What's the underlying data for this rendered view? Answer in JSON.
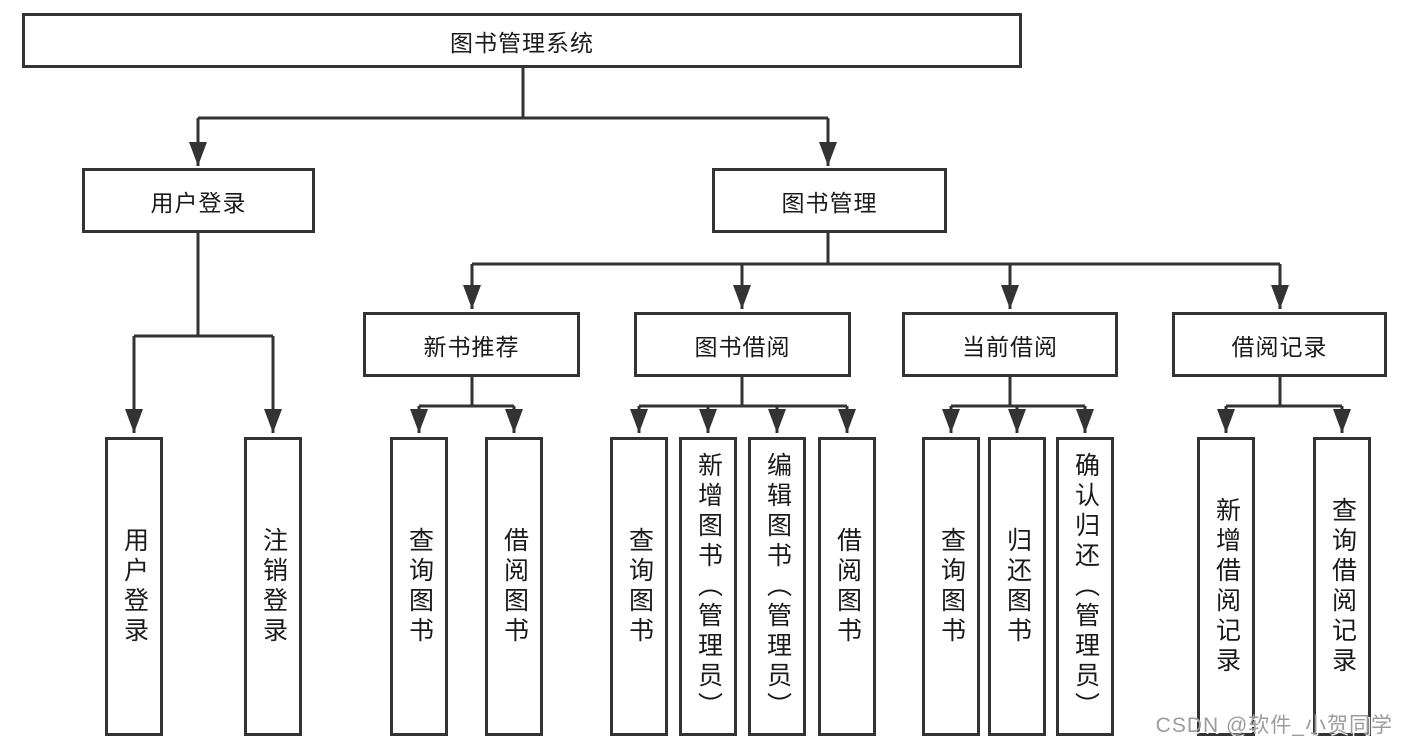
{
  "diagram": {
    "title": "图书管理系统",
    "branches": [
      {
        "label": "用户登录",
        "children": [
          {
            "label": "用户登录"
          },
          {
            "label": "注销登录"
          }
        ]
      },
      {
        "label": "图书管理",
        "children": [
          {
            "label": "新书推荐",
            "children": [
              {
                "label": "查询图书"
              },
              {
                "label": "借阅图书"
              }
            ]
          },
          {
            "label": "图书借阅",
            "children": [
              {
                "label": "查询图书"
              },
              {
                "label": "新增图书（管理员）"
              },
              {
                "label": "编辑图书（管理员）"
              },
              {
                "label": "借阅图书"
              }
            ]
          },
          {
            "label": "当前借阅",
            "children": [
              {
                "label": "查询图书"
              },
              {
                "label": "归还图书"
              },
              {
                "label": "确认归还（管理员）"
              }
            ]
          },
          {
            "label": "借阅记录",
            "children": [
              {
                "label": "新增借阅记录"
              },
              {
                "label": "查询借阅记录"
              }
            ]
          }
        ]
      }
    ]
  },
  "watermark": {
    "text": "CSDN @软件_小贺同学"
  },
  "colors": {
    "background": "#ffffff",
    "box_border": "#333333",
    "connector_line": "#333333",
    "text": "#1a1a1a",
    "watermark_text": "#9c9c9c"
  }
}
